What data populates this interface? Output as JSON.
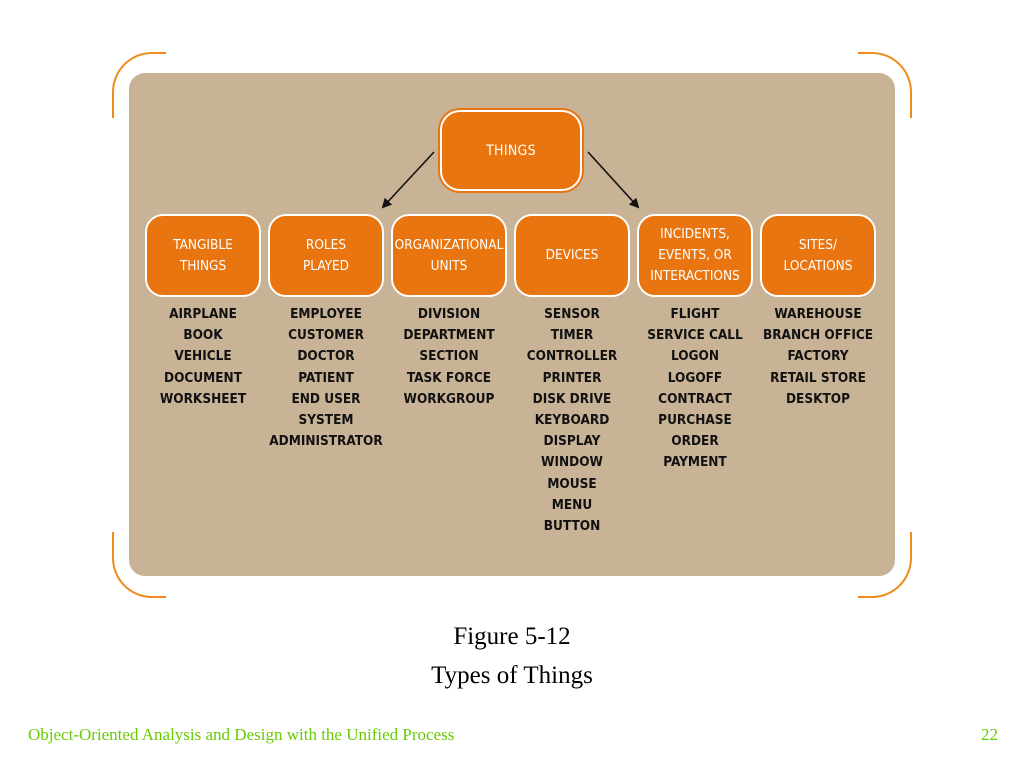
{
  "diagram": {
    "root": "THINGS",
    "categories": [
      {
        "label": "TANGIBLE\nTHINGS",
        "items": [
          "AIRPLANE",
          "BOOK",
          "VEHICLE",
          "DOCUMENT",
          "WORKSHEET"
        ]
      },
      {
        "label": "ROLES\nPLAYED",
        "items": [
          "EMPLOYEE",
          "CUSTOMER",
          "DOCTOR",
          "PATIENT",
          "END USER",
          "SYSTEM",
          "ADMINISTRATOR"
        ]
      },
      {
        "label": "ORGANIZATIONAL\nUNITS",
        "items": [
          "DIVISION",
          "DEPARTMENT",
          "SECTION",
          "TASK FORCE",
          "WORKGROUP"
        ]
      },
      {
        "label": "DEVICES",
        "items": [
          "SENSOR",
          "TIMER",
          "CONTROLLER",
          "PRINTER",
          "DISK DRIVE",
          "KEYBOARD",
          "DISPLAY",
          "WINDOW",
          "MOUSE",
          "MENU",
          "BUTTON"
        ]
      },
      {
        "label": "INCIDENTS,\nEVENTS, OR\nINTERACTIONS",
        "items": [
          "FLIGHT",
          "SERVICE CALL",
          "LOGON",
          "LOGOFF",
          "CONTRACT",
          "PURCHASE",
          "ORDER",
          "PAYMENT"
        ]
      },
      {
        "label": "SITES/\nLOCATIONS",
        "items": [
          "WAREHOUSE",
          "BRANCH OFFICE",
          "FACTORY",
          "RETAIL STORE",
          "DESKTOP"
        ]
      }
    ]
  },
  "caption": {
    "line1": "Figure 5-12",
    "line2": "Types of Things"
  },
  "footer": {
    "title": "Object-Oriented Analysis and Design with the Unified Process",
    "page_number": "22"
  },
  "colors": {
    "accent": "#e8750f",
    "panel": "#c8b396",
    "bracket": "#f08a1c",
    "footer_text": "#66cc00"
  }
}
